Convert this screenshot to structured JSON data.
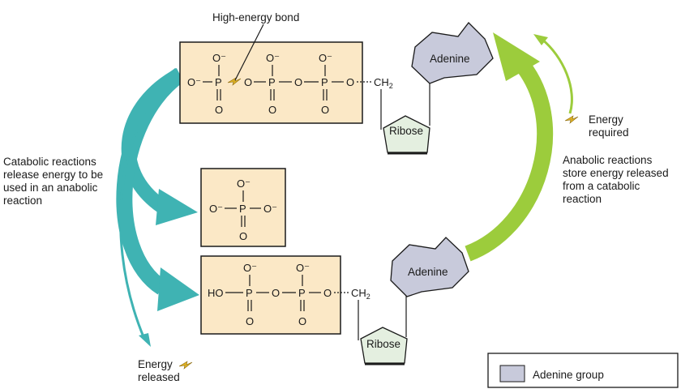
{
  "labels": {
    "high_energy_bond": "High-energy bond",
    "catabolic": [
      "Catabolic reactions",
      "release energy to be",
      "used in an anabolic",
      "reaction"
    ],
    "anabolic": [
      "Anabolic reactions",
      "store energy released",
      "from a catabolic",
      "reaction"
    ],
    "energy_required": [
      "Energy",
      "required"
    ],
    "energy_released": [
      "Energy",
      "released"
    ]
  },
  "molecules": {
    "adenine": "Adenine",
    "ribose": "Ribose",
    "ch2": "CH",
    "ch2_sub": "2",
    "o": "O",
    "o_minus": "O⁻",
    "p": "P",
    "ho": "HO"
  },
  "legend": {
    "adenine_group": "Adenine group"
  },
  "colors": {
    "phosphate_box": "#fbe8c6",
    "adenine": "#c8cadb",
    "ribose": "#e4efe0",
    "catabolic_arrow": "#3fb3b3",
    "anabolic_arrow": "#9ccc3c",
    "energy_icon": "#e0b323"
  },
  "icons": [
    "lightning-icon"
  ]
}
